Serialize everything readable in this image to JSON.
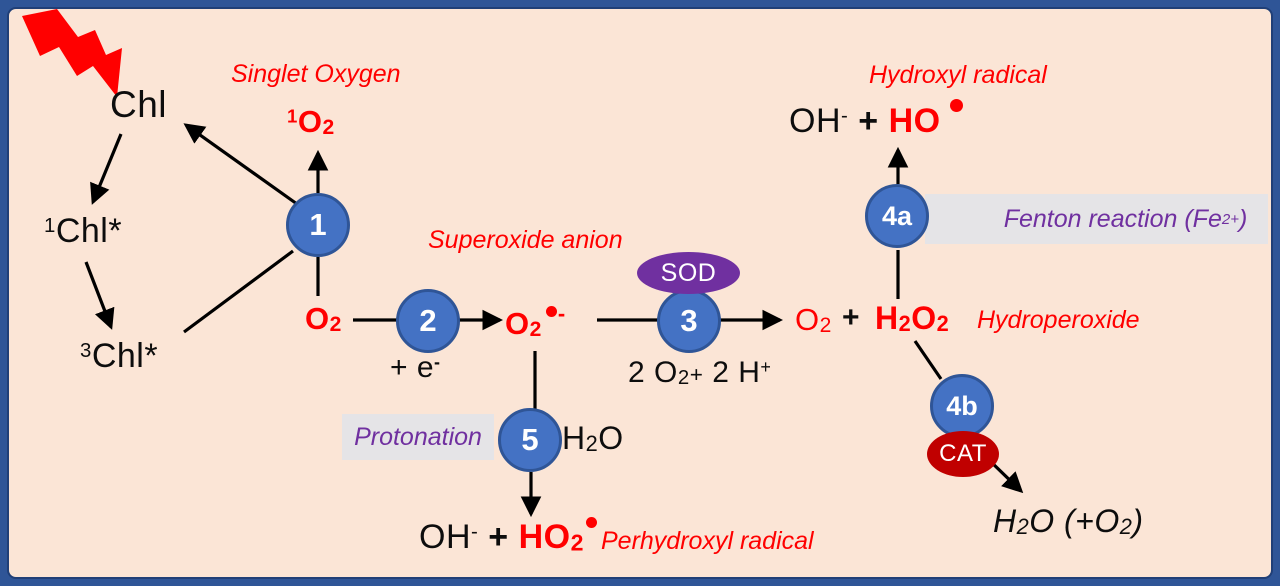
{
  "colors": {
    "frame_blue": "#2F5597",
    "frame_stroke": "#203F77",
    "panel_bg": "#FBE5D6",
    "circle_fill": "#4472C4",
    "circle_stroke": "#2F5597",
    "red": "#FF0000",
    "purple": "#7030A0",
    "sod_purple": "#7030A0",
    "cat_red": "#C00000",
    "tag_bg": "#E5E4E7",
    "bolt_red": "#FF0000"
  },
  "steps": {
    "s1": "1",
    "s2": "2",
    "s3": "3",
    "s4a": "4a",
    "s4b": "4b",
    "s5": "5"
  },
  "enzymes": {
    "sod": "SOD",
    "cat": "CAT"
  },
  "labels": {
    "singlet_oxygen": "Singlet Oxygen",
    "superoxide_anion": "Superoxide anion",
    "hydroxyl_radical": "Hydroxyl radical",
    "hydroperoxide": "Hydroperoxide",
    "perhydroxyl_radical": "Perhydroxyl radical",
    "protonation": "Protonation",
    "fenton_pre": "Fenton reaction (Fe",
    "fenton_sup": "2+",
    "fenton_post": ")"
  },
  "species": {
    "chl": "Chl",
    "chl_singlet": {
      "sup": "1",
      "base": "Chl*"
    },
    "chl_triplet": {
      "sup": "3",
      "base": "Chl*"
    },
    "singlet_o2": {
      "sup": "1",
      "base": "O",
      "sub": "2"
    },
    "oxygen": {
      "base": "O",
      "sub": "2"
    },
    "electron": {
      "pre": "+ e",
      "sup": "-"
    },
    "superoxide": {
      "base": "O",
      "sub": "2",
      "charge": "-"
    },
    "sod_reaction": {
      "a": "2 O",
      "a_sub": "2",
      "plus": "+",
      "b": "2 H",
      "b_sup": "+"
    },
    "plus": "+",
    "h2o2": {
      "h": "H",
      "sub1": "2",
      "o": "O",
      "sub2": "2"
    },
    "hydroxide": {
      "base": "OH",
      "sup": "-"
    },
    "hydroxyl": {
      "base": "HO"
    },
    "perhydroxyl": {
      "base": "HO",
      "sub": "2"
    },
    "water": {
      "h": "H",
      "sub": "2",
      "o": "O"
    },
    "water_oxygen": {
      "pre": "H",
      "sub1": "2",
      "mid": "O (+O",
      "sub2": "2",
      "post": ")"
    }
  }
}
